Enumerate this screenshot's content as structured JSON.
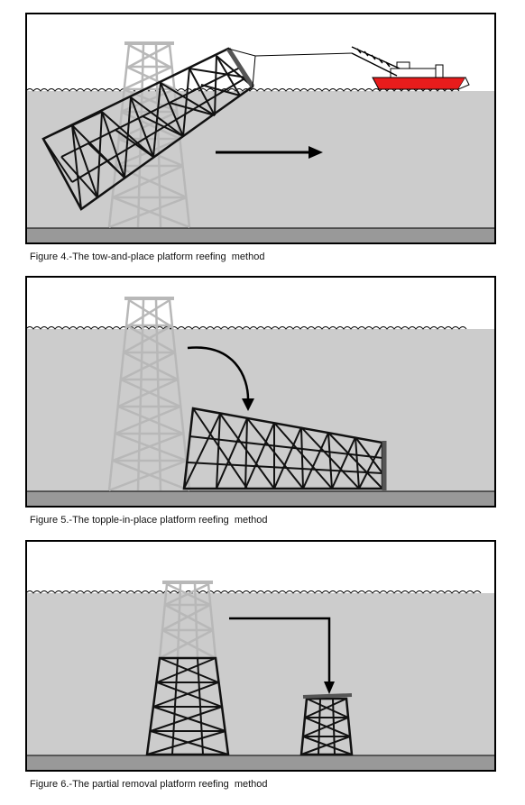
{
  "figures": [
    {
      "caption": "Figure 4.-The tow-and-place platform reefing  method"
    },
    {
      "caption": "Figure 5.-The topple-in-place platform reefing  method"
    },
    {
      "caption": "Figure 6.-The partial removal platform reefing  method"
    }
  ],
  "colors": {
    "sky": "#ffffff",
    "water": "#cccccc",
    "seabed": "#999999",
    "frame": "#000000",
    "ghost_structure": "#b8b8b8",
    "structure": "#111111",
    "barge": "#e81c1c"
  }
}
